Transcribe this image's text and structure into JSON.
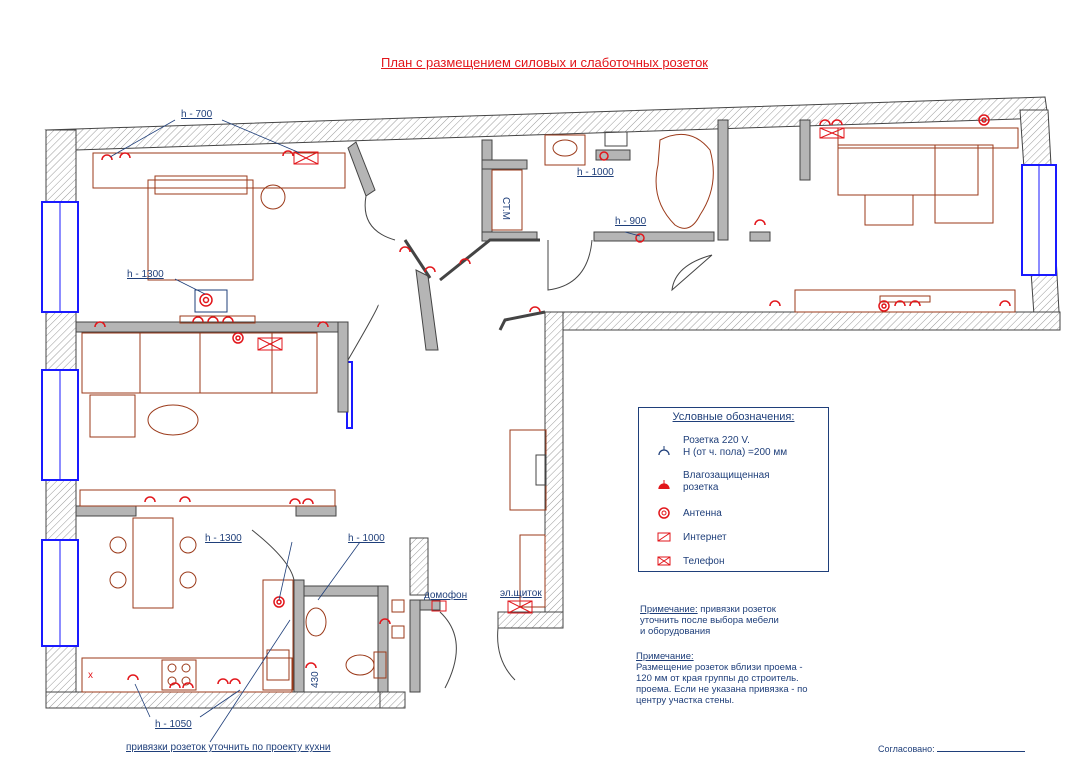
{
  "title": "План с размещением силовых и слаботочных розеток",
  "legend": {
    "title": "Условные обозначения:",
    "items": [
      {
        "label": "Розетка 220 V.",
        "label2": "H (от ч. пола) =200 мм",
        "icon": "socket-icon"
      },
      {
        "label": "Влагозащищенная",
        "label2": "розетка",
        "icon": "waterproof-socket-icon"
      },
      {
        "label": "Антенна",
        "label2": "",
        "icon": "antenna-icon"
      },
      {
        "label": "Интернет",
        "label2": "",
        "icon": "internet-icon"
      },
      {
        "label": "Телефон",
        "label2": "",
        "icon": "phone-icon"
      }
    ]
  },
  "notes": {
    "note1_head": "Примечание:",
    "note1_rest": " привязки розеток",
    "note1_l2": "уточнить после выбора мебели",
    "note1_l3": "и оборудования",
    "note2_head": "Примечание:",
    "note2_l1": "Размещение розеток вблизи проема -",
    "note2_l2": "120 мм от края группы до строитель.",
    "note2_l3": "проема. Если не указана привязка  - по",
    "note2_l4": "центру участка стены."
  },
  "plan_labels": {
    "h700": "h - 700",
    "h1300a": "h - 1300",
    "h1000a": "h - 1000",
    "h900": "h - 900",
    "h1300b": "h - 1300",
    "h1000b": "h - 1000",
    "h1050": "h - 1050",
    "dim430": "430",
    "st_m": "СТ.М",
    "domofon": "домофон",
    "el_shchitok": "эл.щиток",
    "kitchen_note": "привязки розеток уточнить по проекту кухни",
    "x_mark": "x"
  },
  "approval": "Согласовано:",
  "colors": {
    "wall_hatch": "#8a8a8a",
    "furniture": "#9b3a1a",
    "socket": "#e2161b",
    "label_blue": "#1f3f7a",
    "window_blue": "#1a1aff"
  }
}
